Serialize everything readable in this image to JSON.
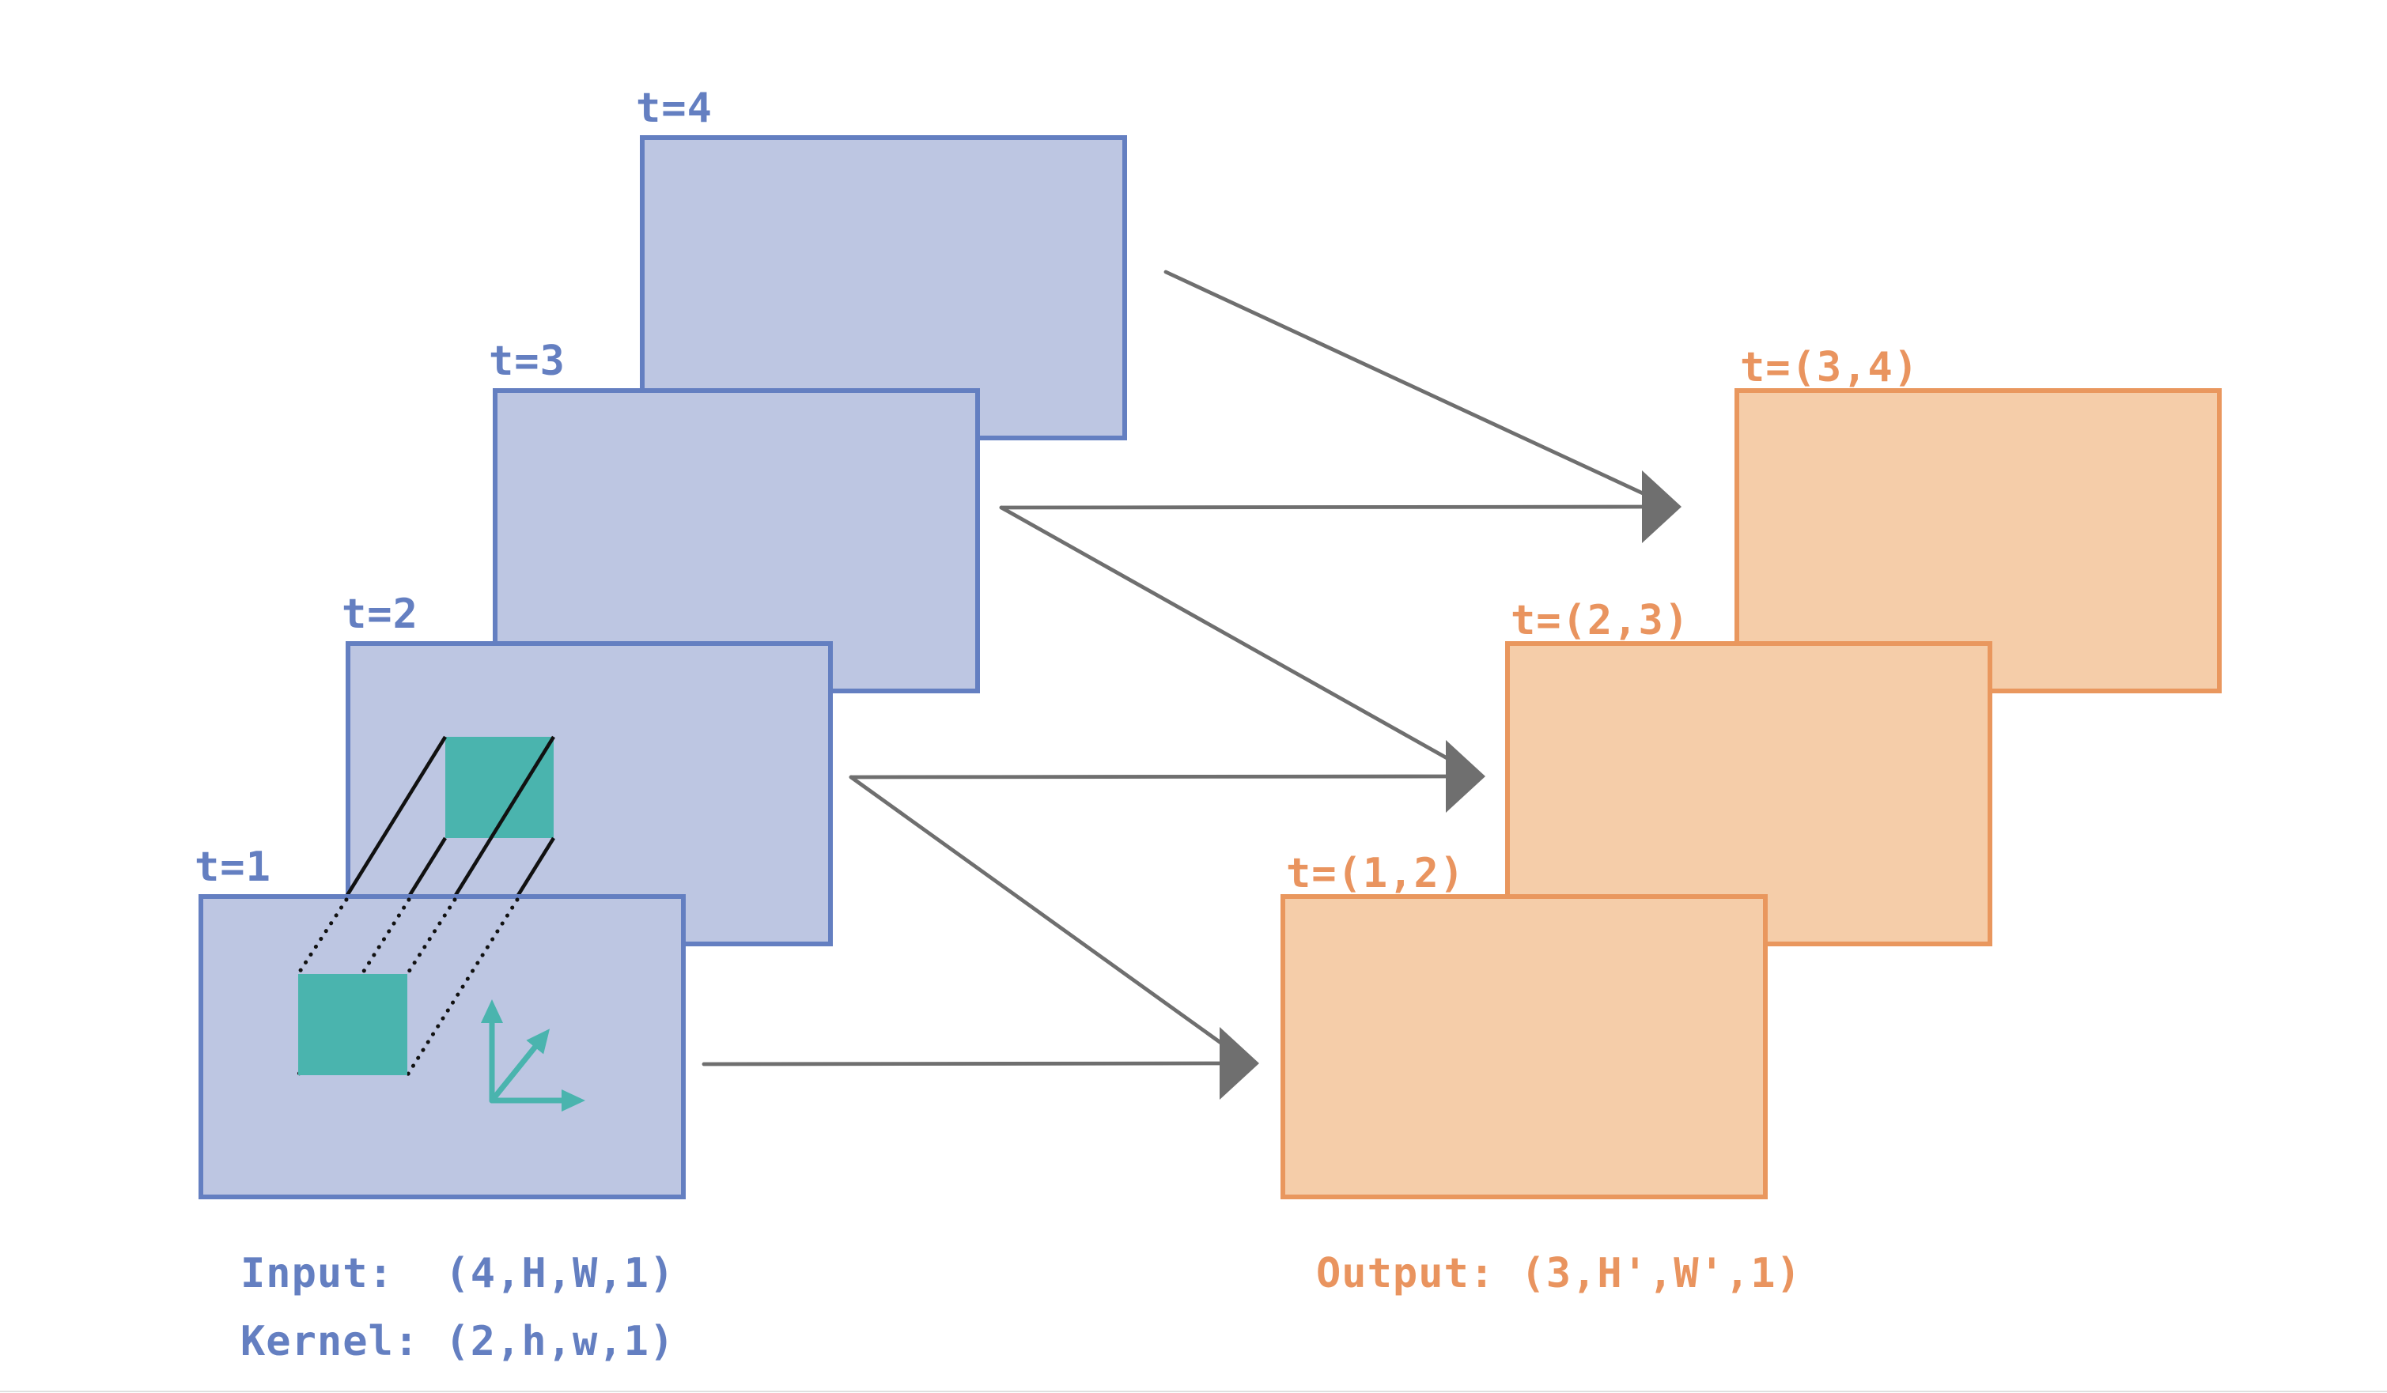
{
  "diagram": {
    "input_frames": [
      {
        "id": "t1",
        "label": "t=1"
      },
      {
        "id": "t2",
        "label": "t=2"
      },
      {
        "id": "t3",
        "label": "t=3"
      },
      {
        "id": "t4",
        "label": "t=4"
      }
    ],
    "output_frames": [
      {
        "id": "t12",
        "label": "t=(1,2)"
      },
      {
        "id": "t23",
        "label": "t=(2,3)"
      },
      {
        "id": "t34",
        "label": "t=(3,4)"
      }
    ],
    "captions": {
      "input": "Input:  (4,H,W,1)",
      "kernel": "Kernel: (2,h,w,1)",
      "output": "Output: (3,H',W',1)"
    },
    "colors": {
      "input_fill": "#bdc6e2",
      "input_border": "#647fc1",
      "output_fill": "#f5cda9",
      "output_border": "#e9975e",
      "kernel_patch": "#4ab4ae",
      "kernel_edge": "#111111",
      "arrow": "#6f6f6f"
    }
  }
}
